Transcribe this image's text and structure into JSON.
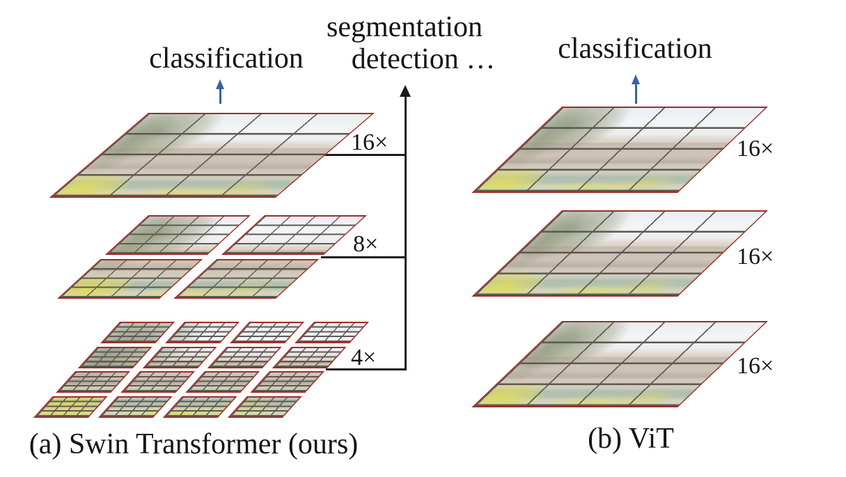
{
  "figure": {
    "top_labels": {
      "segmentation": "segmentation",
      "detection": "detection …",
      "classification_left": "classification",
      "classification_right": "classification"
    },
    "panels": {
      "swin": {
        "caption": "(a) Swin Transformer (ours)",
        "levels": [
          {
            "scale": "16×",
            "patch_grid": "1×1",
            "cells_per_patch": "4×4"
          },
          {
            "scale": "8×",
            "patch_grid": "2×2",
            "cells_per_patch": "4×4"
          },
          {
            "scale": "4×",
            "patch_grid": "4×4",
            "cells_per_patch": "4×4"
          }
        ]
      },
      "vit": {
        "caption": "(b) ViT",
        "levels": [
          {
            "scale": "16×",
            "patch_grid": "1×1",
            "cells_per_patch": "4×4"
          },
          {
            "scale": "16×",
            "patch_grid": "1×1",
            "cells_per_patch": "4×4"
          },
          {
            "scale": "16×",
            "patch_grid": "1×1",
            "cells_per_patch": "4×4"
          }
        ]
      }
    },
    "colors": {
      "patch_border": "#9e2d28",
      "grid_line": "#5f5952",
      "arrow_blue": "#3a5fa5",
      "line_black": "#1b1b1b",
      "background": "#ffffff"
    }
  }
}
